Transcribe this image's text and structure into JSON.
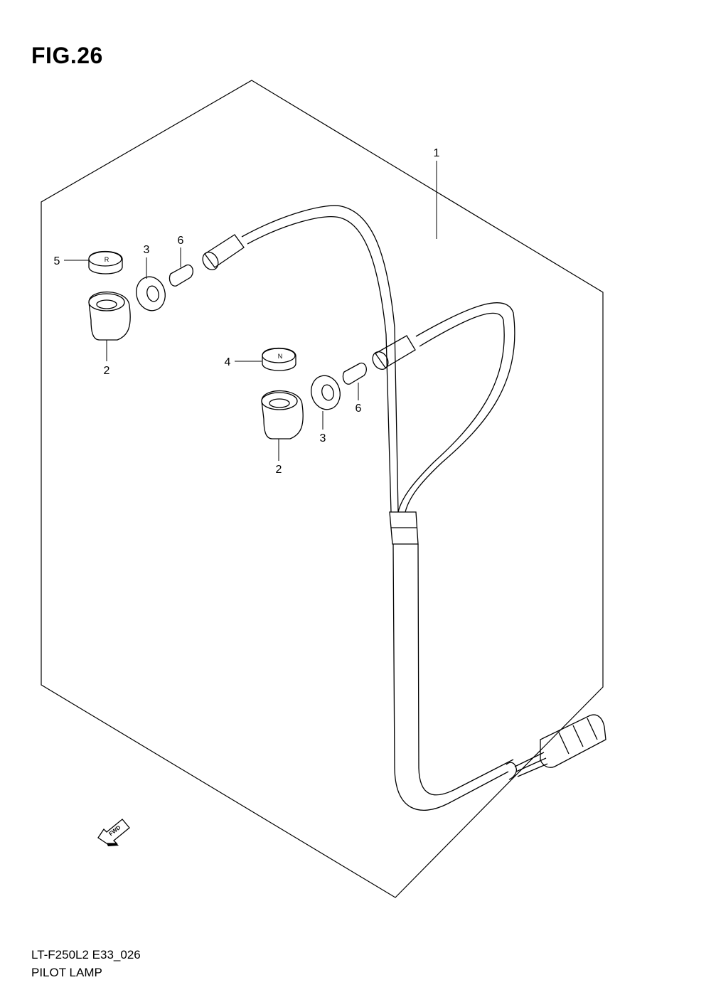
{
  "figure": {
    "title": "FIG.26",
    "model_code": "LT-F250L2 E33_026",
    "name": "PILOT LAMP"
  },
  "parts": [
    {
      "id": "harness",
      "number": "1"
    },
    {
      "id": "socket-upper",
      "number": "2"
    },
    {
      "id": "socket-lower",
      "number": "2"
    },
    {
      "id": "grommet-upper",
      "number": "3"
    },
    {
      "id": "grommet-lower",
      "number": "3"
    },
    {
      "id": "lens-neutral",
      "number": "4",
      "marking": "N"
    },
    {
      "id": "lens-reverse",
      "number": "5",
      "marking": "R"
    },
    {
      "id": "bulb-upper",
      "number": "6"
    },
    {
      "id": "bulb-lower",
      "number": "6"
    }
  ],
  "direction_arrow": {
    "label": "FWD"
  },
  "colors": {
    "line": "#000000",
    "background": "#ffffff"
  }
}
